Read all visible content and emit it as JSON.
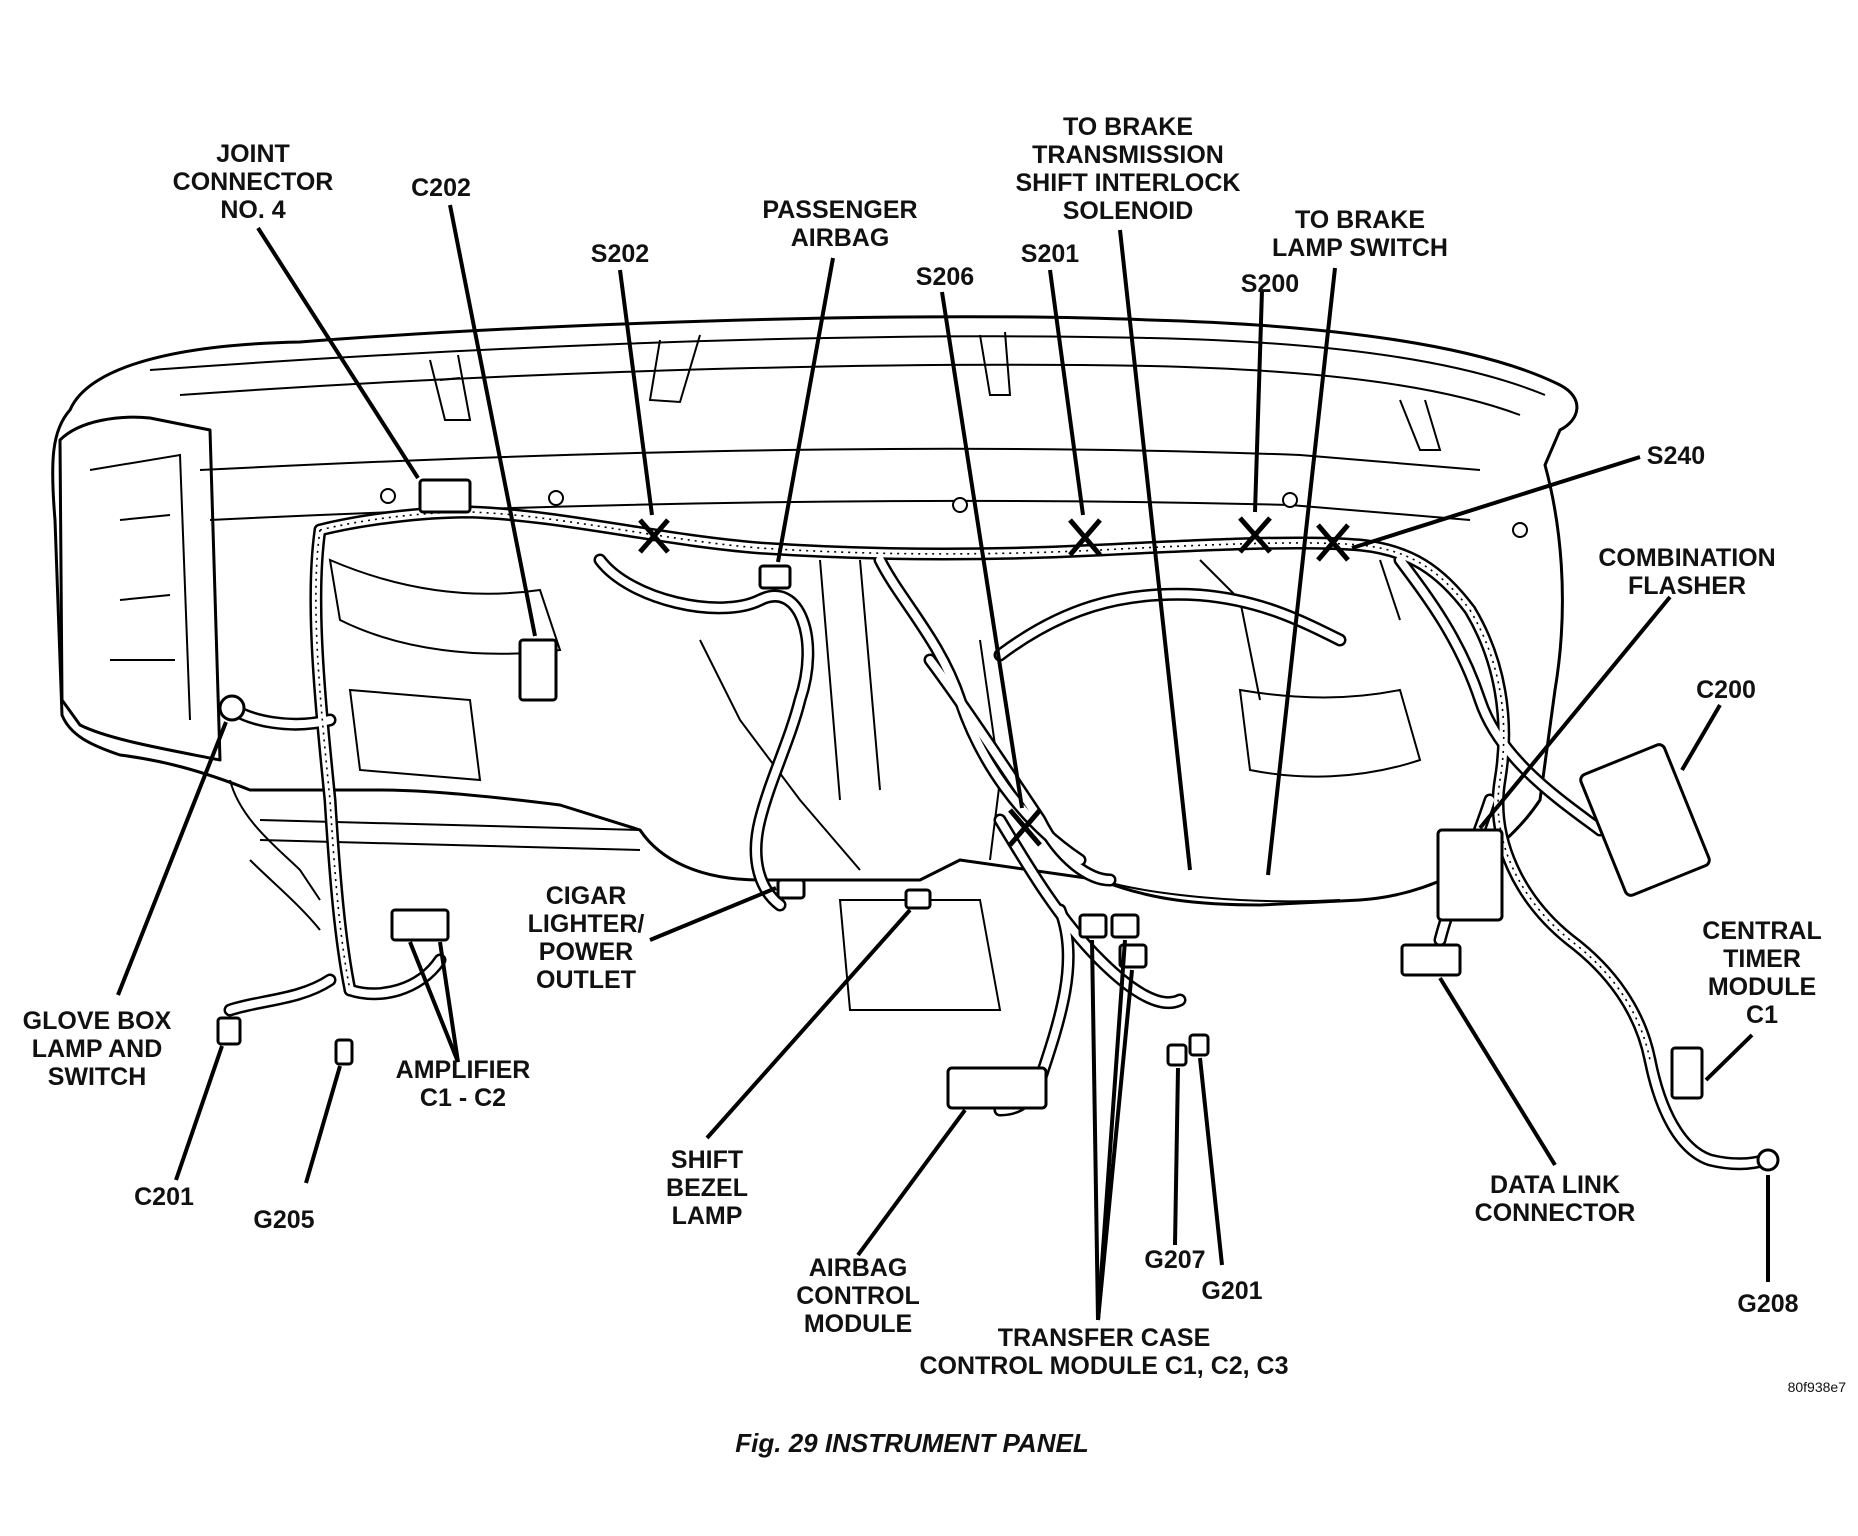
{
  "figure": {
    "caption": "Fig. 29 INSTRUMENT PANEL",
    "code": "80f938e7"
  },
  "labels": [
    {
      "id": "joint-connector-no4",
      "lines": [
        "JOINT",
        "CONNECTOR",
        "NO. 4"
      ]
    },
    {
      "id": "c202",
      "lines": [
        "C202"
      ]
    },
    {
      "id": "s202",
      "lines": [
        "S202"
      ]
    },
    {
      "id": "passenger-airbag",
      "lines": [
        "PASSENGER",
        "AIRBAG"
      ]
    },
    {
      "id": "s206",
      "lines": [
        "S206"
      ]
    },
    {
      "id": "s201",
      "lines": [
        "S201"
      ]
    },
    {
      "id": "to-brake-transmission-shift-interlock-solenoid",
      "lines": [
        "TO BRAKE",
        "TRANSMISSION",
        "SHIFT INTERLOCK",
        "SOLENOID"
      ]
    },
    {
      "id": "to-brake-lamp-switch",
      "lines": [
        "TO BRAKE",
        "LAMP SWITCH"
      ]
    },
    {
      "id": "s200",
      "lines": [
        "S200"
      ]
    },
    {
      "id": "s240",
      "lines": [
        "S240"
      ]
    },
    {
      "id": "combination-flasher",
      "lines": [
        "COMBINATION",
        "FLASHER"
      ]
    },
    {
      "id": "c200",
      "lines": [
        "C200"
      ]
    },
    {
      "id": "central-timer-module-c1",
      "lines": [
        "CENTRAL",
        "TIMER",
        "MODULE",
        "C1"
      ]
    },
    {
      "id": "g208",
      "lines": [
        "G208"
      ]
    },
    {
      "id": "data-link-connector",
      "lines": [
        "DATA LINK",
        "CONNECTOR"
      ]
    },
    {
      "id": "g201",
      "lines": [
        "G201"
      ]
    },
    {
      "id": "g207",
      "lines": [
        "G207"
      ]
    },
    {
      "id": "transfer-case-control-module",
      "lines": [
        "TRANSFER CASE",
        "CONTROL MODULE C1, C2, C3"
      ]
    },
    {
      "id": "airbag-control-module",
      "lines": [
        "AIRBAG",
        "CONTROL",
        "MODULE"
      ]
    },
    {
      "id": "shift-bezel-lamp",
      "lines": [
        "SHIFT",
        "BEZEL",
        "LAMP"
      ]
    },
    {
      "id": "cigar-lighter-power-outlet",
      "lines": [
        "CIGAR",
        "LIGHTER/",
        "POWER",
        "OUTLET"
      ]
    },
    {
      "id": "amplifier-c1-c2",
      "lines": [
        "AMPLIFIER",
        "C1 - C2"
      ]
    },
    {
      "id": "g205",
      "lines": [
        "G205"
      ]
    },
    {
      "id": "c201",
      "lines": [
        "C201"
      ]
    },
    {
      "id": "glove-box-lamp-and-switch",
      "lines": [
        "GLOVE BOX",
        "LAMP AND",
        "SWITCH"
      ]
    }
  ]
}
